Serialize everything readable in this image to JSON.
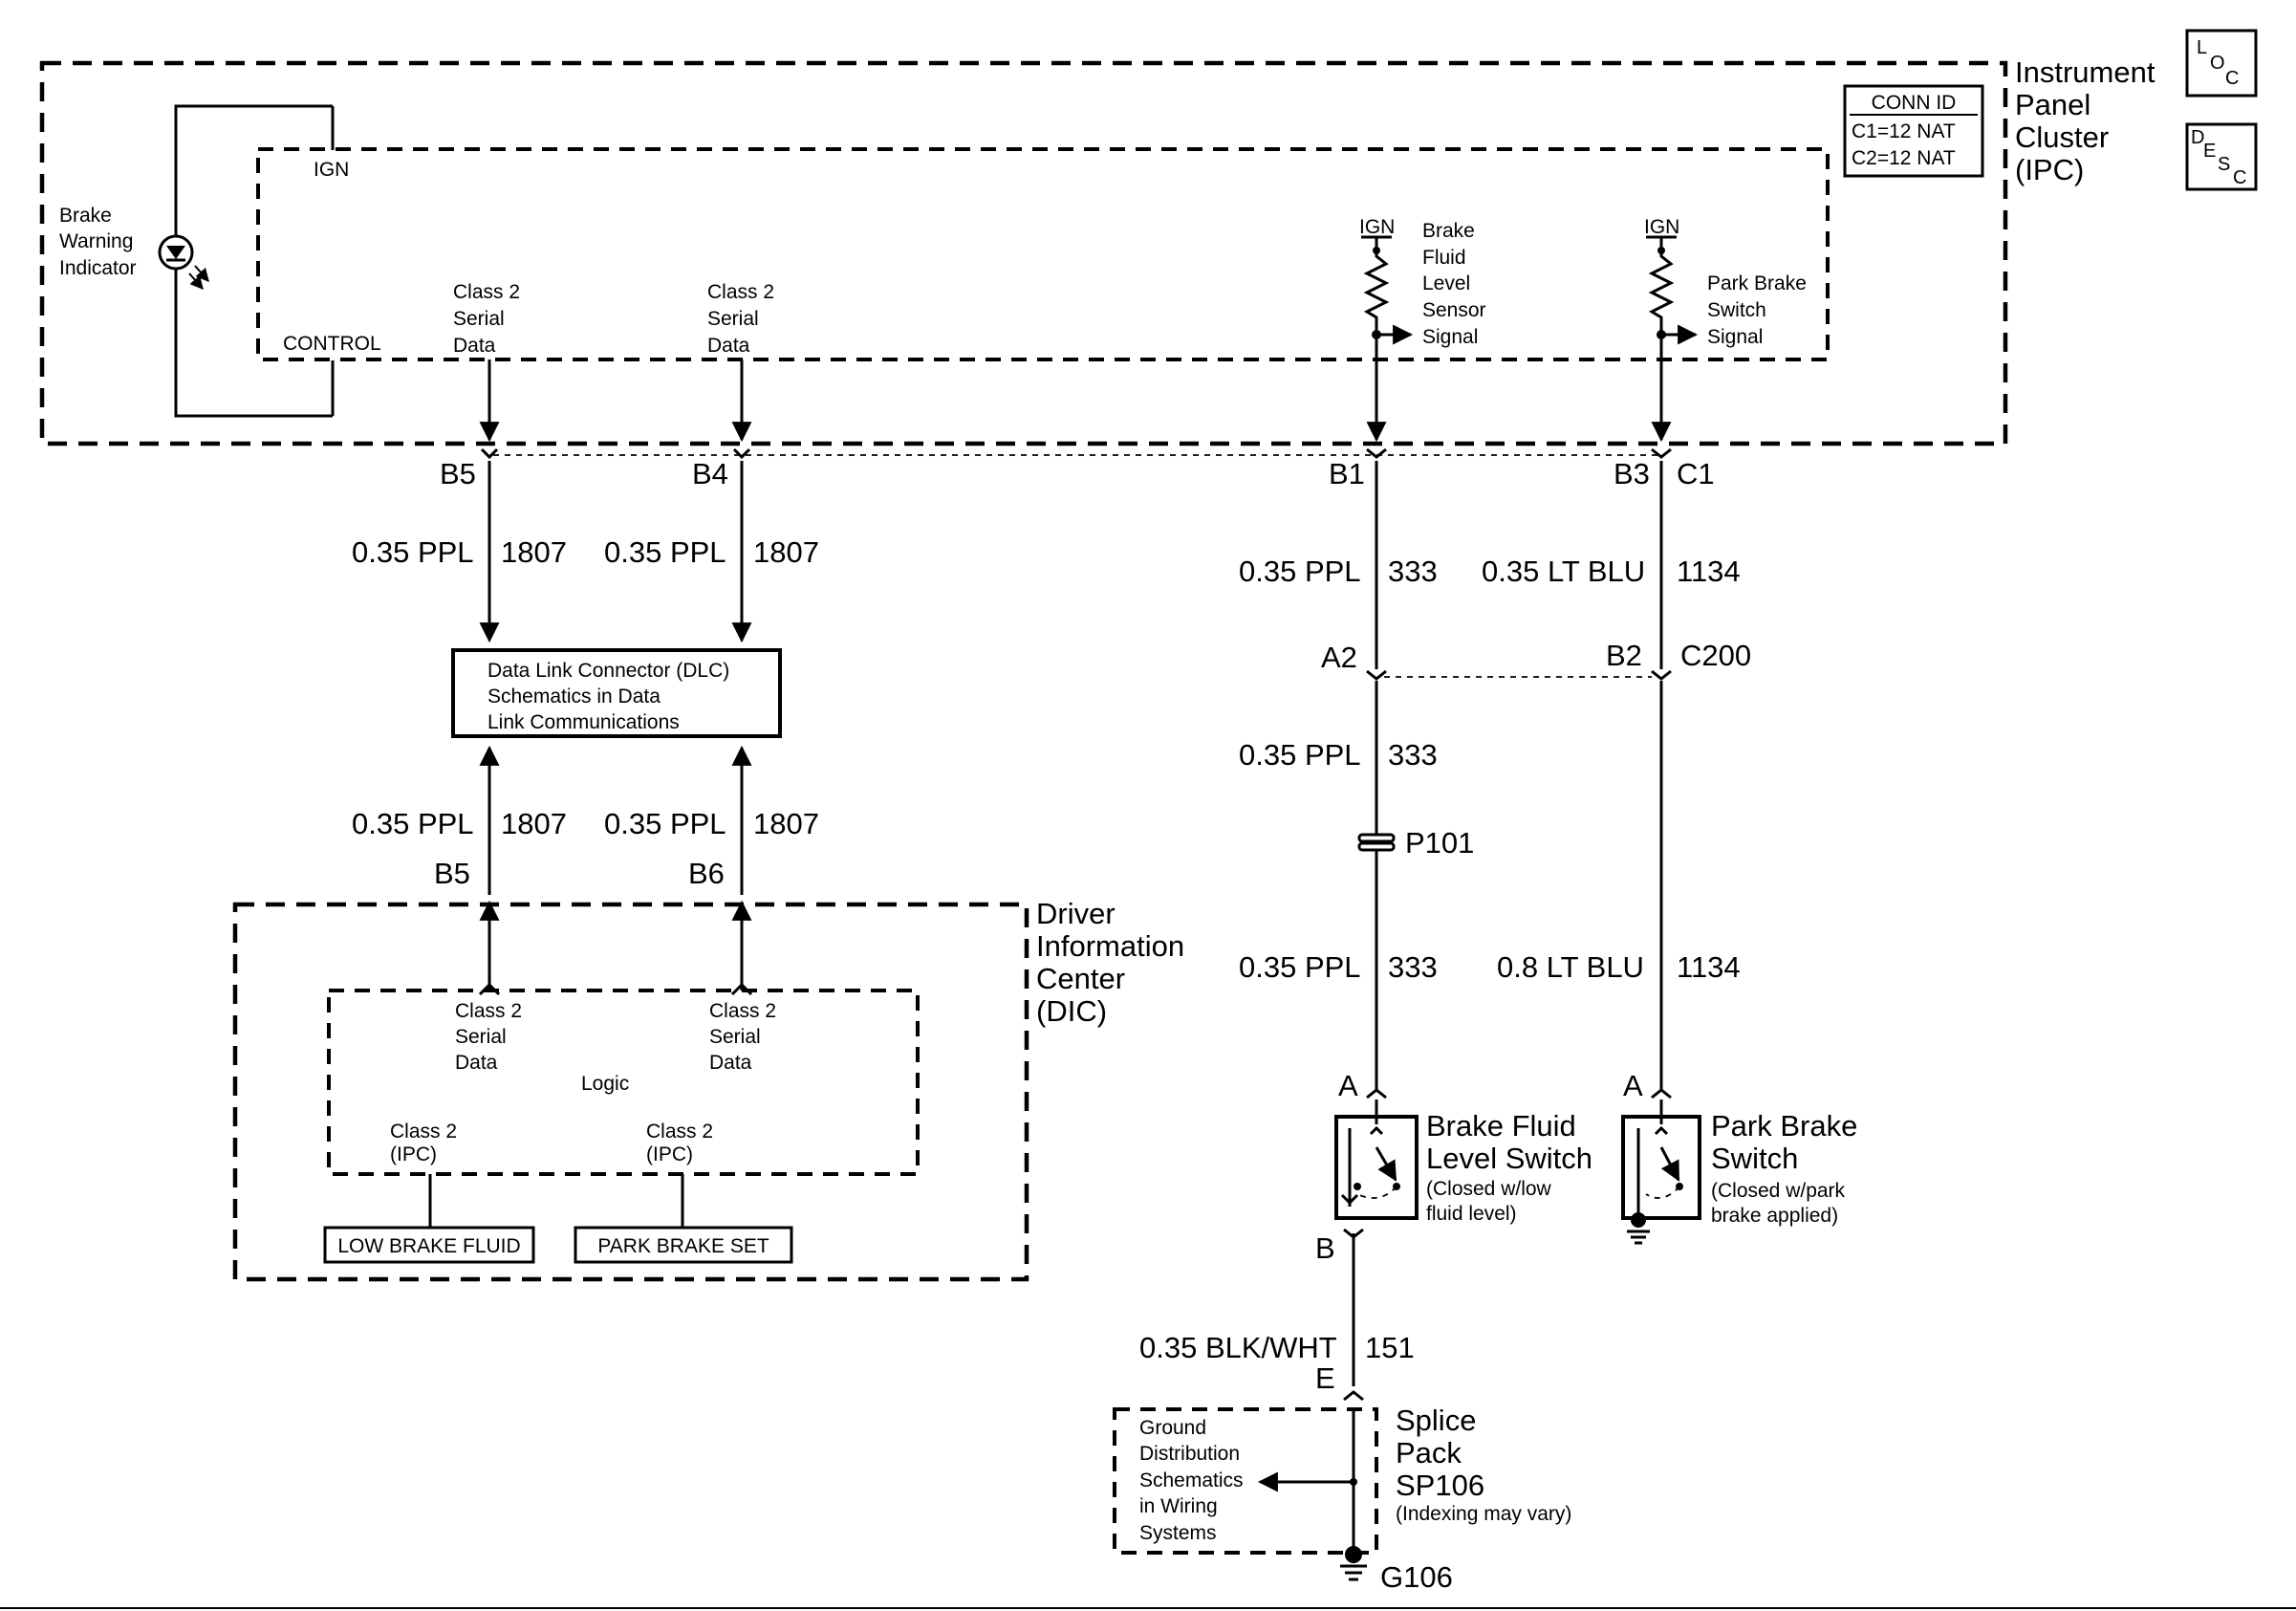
{
  "corner_icons": {
    "loc": [
      "L",
      "O",
      "C"
    ],
    "desc": [
      "D",
      "E",
      "S",
      "C"
    ]
  },
  "ipc": {
    "title": [
      "Instrument",
      "Panel",
      "Cluster",
      "(IPC)"
    ],
    "conn_id": {
      "header": "CONN ID",
      "rows": [
        "C1=12 NAT",
        "C2=12 NAT"
      ]
    },
    "brake_warning_indicator": [
      "Brake",
      "Warning",
      "Indicator"
    ],
    "ign": "IGN",
    "control": "CONTROL",
    "class2_left": [
      "Class 2",
      "Serial",
      "Data"
    ],
    "class2_right": [
      "Class 2",
      "Serial",
      "Data"
    ],
    "sensor_ign_1": "IGN",
    "sensor_ign_2": "IGN",
    "brake_fluid_sensor": [
      "Brake",
      "Fluid",
      "Level",
      "Sensor",
      "Signal"
    ],
    "park_brake_signal": [
      "Park Brake",
      "Switch",
      "Signal"
    ]
  },
  "pins": {
    "b5_top": "B5",
    "b4_top": "B4",
    "b1": "B1",
    "b3": "B3",
    "c1": "C1",
    "a2": "A2",
    "b2": "B2",
    "c200": "C200",
    "b5_bottom": "B5",
    "b6_bottom": "B6",
    "a_bfl": "A",
    "a_pbs": "A",
    "b_bfl": "B",
    "e_sp": "E"
  },
  "wires": {
    "w1": {
      "gauge": "0.35 PPL",
      "circuit": "1807"
    },
    "w2": {
      "gauge": "0.35 PPL",
      "circuit": "1807"
    },
    "w3": {
      "gauge": "0.35 PPL",
      "circuit": "1807"
    },
    "w4": {
      "gauge": "0.35 PPL",
      "circuit": "1807"
    },
    "w5": {
      "gauge": "0.35 PPL",
      "circuit": "333"
    },
    "w6": {
      "gauge": "0.35 LT BLU",
      "circuit": "1134"
    },
    "w7": {
      "gauge": "0.35 PPL",
      "circuit": "333"
    },
    "w8": {
      "gauge": "0.35 PPL",
      "circuit": "333"
    },
    "w9": {
      "gauge": "0.8 LT BLU",
      "circuit": "1134"
    },
    "w10": {
      "gauge": "0.35 BLK/WHT",
      "circuit": "151"
    }
  },
  "dlc": [
    "Data Link Connector (DLC)",
    "Schematics in Data",
    "Link Communications"
  ],
  "p101": "P101",
  "dic": {
    "title": [
      "Driver",
      "Information",
      "Center",
      "(DIC)"
    ],
    "class2_left": [
      "Class 2",
      "Serial",
      "Data"
    ],
    "class2_right": [
      "Class 2",
      "Serial",
      "Data"
    ],
    "logic": "Logic",
    "ipc_left": [
      "Class 2",
      "(IPC)"
    ],
    "ipc_right": [
      "Class 2",
      "(IPC)"
    ],
    "low_brake_fluid": "LOW BRAKE FLUID",
    "park_brake_set": "PARK BRAKE SET"
  },
  "brake_fluid_switch": {
    "title": [
      "Brake Fluid",
      "Level Switch"
    ],
    "note": [
      "(Closed w/low",
      "fluid level)"
    ]
  },
  "park_brake_switch": {
    "title": [
      "Park Brake",
      "Switch"
    ],
    "note": [
      "(Closed w/park",
      "brake applied)"
    ]
  },
  "splice_pack": {
    "title": [
      "Splice",
      "Pack",
      "SP106"
    ],
    "note": "(Indexing may vary)",
    "ground_ref": [
      "Ground",
      "Distribution",
      "Schematics",
      "in Wiring",
      "Systems"
    ]
  },
  "g106": "G106"
}
